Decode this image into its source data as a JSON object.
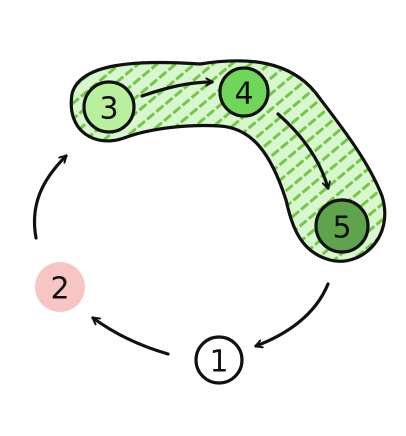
{
  "nodes": [
    {
      "id": "1",
      "label": "1",
      "fill": "#ffffff"
    },
    {
      "id": "2",
      "label": "2",
      "fill": "#f7c6c4"
    },
    {
      "id": "3",
      "label": "3",
      "fill": "#b9ef9f"
    },
    {
      "id": "4",
      "label": "4",
      "fill": "#6fd65a"
    },
    {
      "id": "5",
      "label": "5",
      "fill": "#5fa34d"
    }
  ],
  "edges": [
    {
      "from": "5",
      "to": "1"
    },
    {
      "from": "1",
      "to": "2"
    },
    {
      "from": "2",
      "to": "3"
    },
    {
      "from": "3",
      "to": "4"
    },
    {
      "from": "4",
      "to": "5"
    }
  ],
  "highlight": {
    "covers": [
      "3",
      "4",
      "5"
    ],
    "fill": "#d9f7cf",
    "hatch_color": "#76c64a"
  },
  "colors": {
    "ink": "#111111",
    "background": "#ffffff"
  }
}
